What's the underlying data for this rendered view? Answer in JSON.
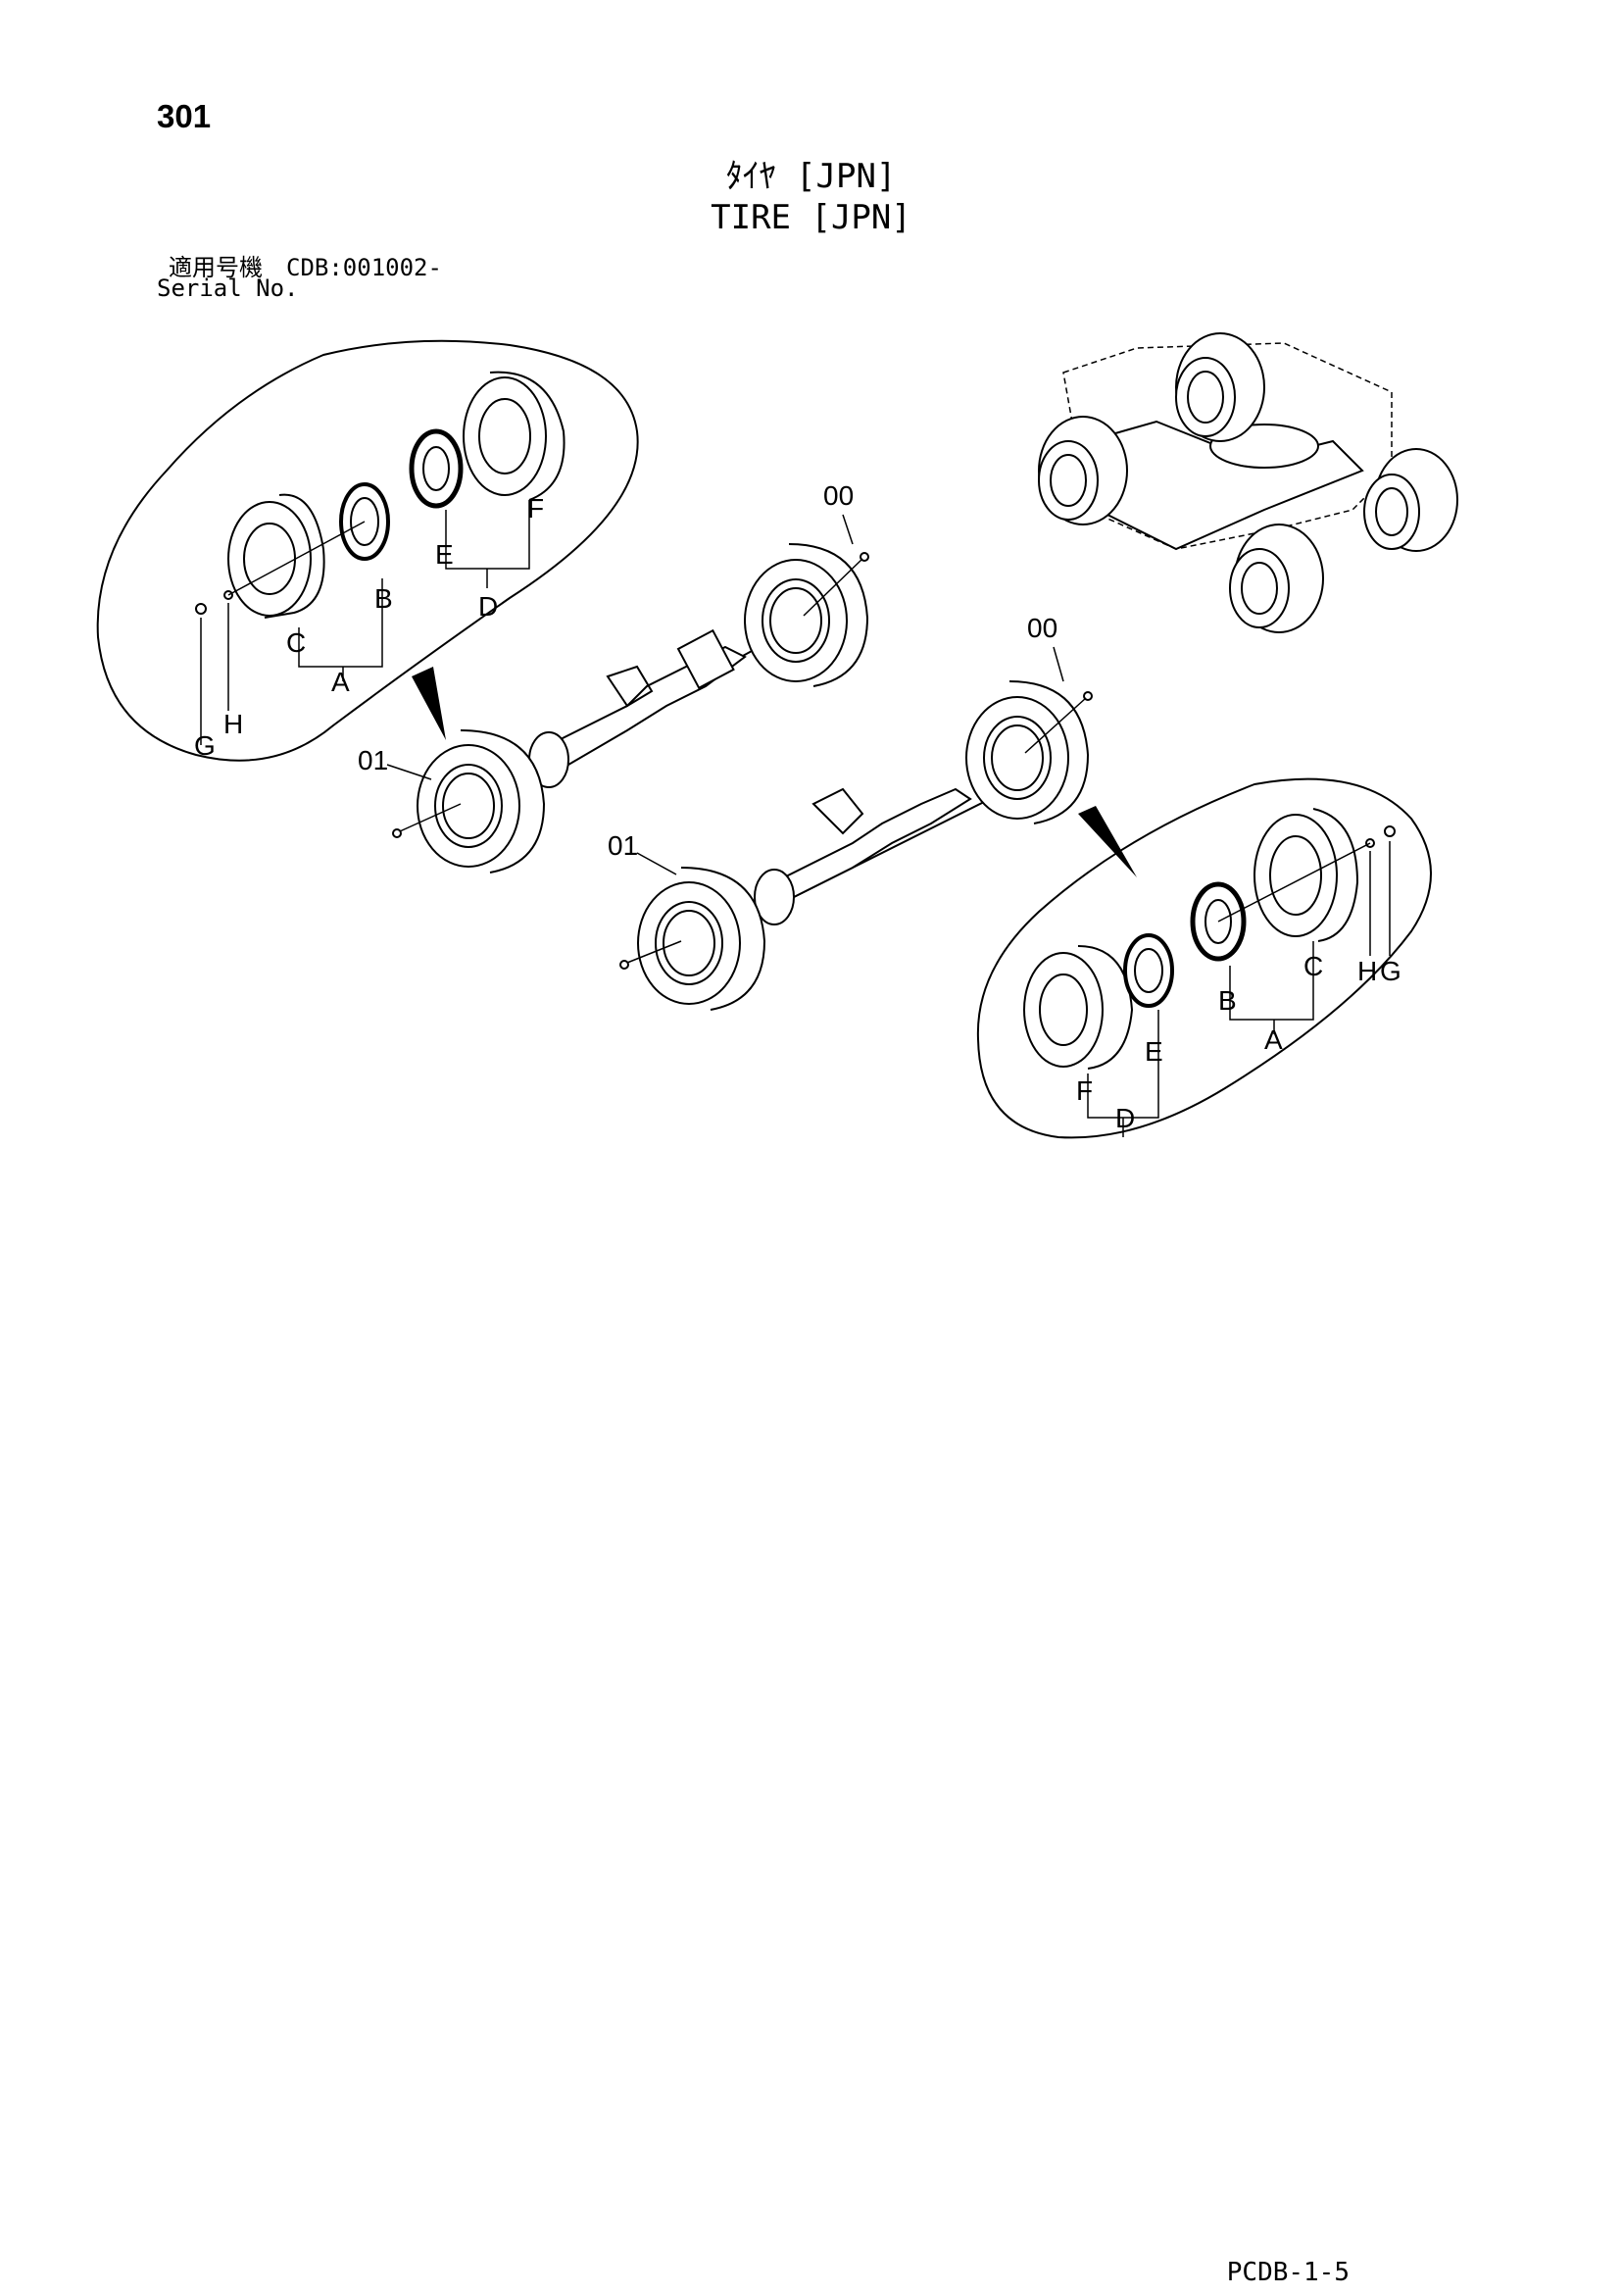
{
  "page_number": "301",
  "title_jp": "ﾀｲﾔ [JPN]",
  "title_en": "TIRE [JPN]",
  "serial_label_jp": "適用号機　CDB:001002-",
  "serial_label_en": "Serial No.",
  "doc_code": "PCDB-1-5",
  "callouts": {
    "front_assembly": "00",
    "rear_assembly": "00",
    "front_left_wheel": "01",
    "rear_left_wheel": "01"
  },
  "detail_left": {
    "A": "A",
    "B": "B",
    "C": "C",
    "D": "D",
    "E": "E",
    "F": "F",
    "G": "G",
    "H": "H"
  },
  "detail_right": {
    "A": "A",
    "B": "B",
    "C": "C",
    "D": "D",
    "E": "E",
    "F": "F",
    "G": "G",
    "H": "H"
  }
}
